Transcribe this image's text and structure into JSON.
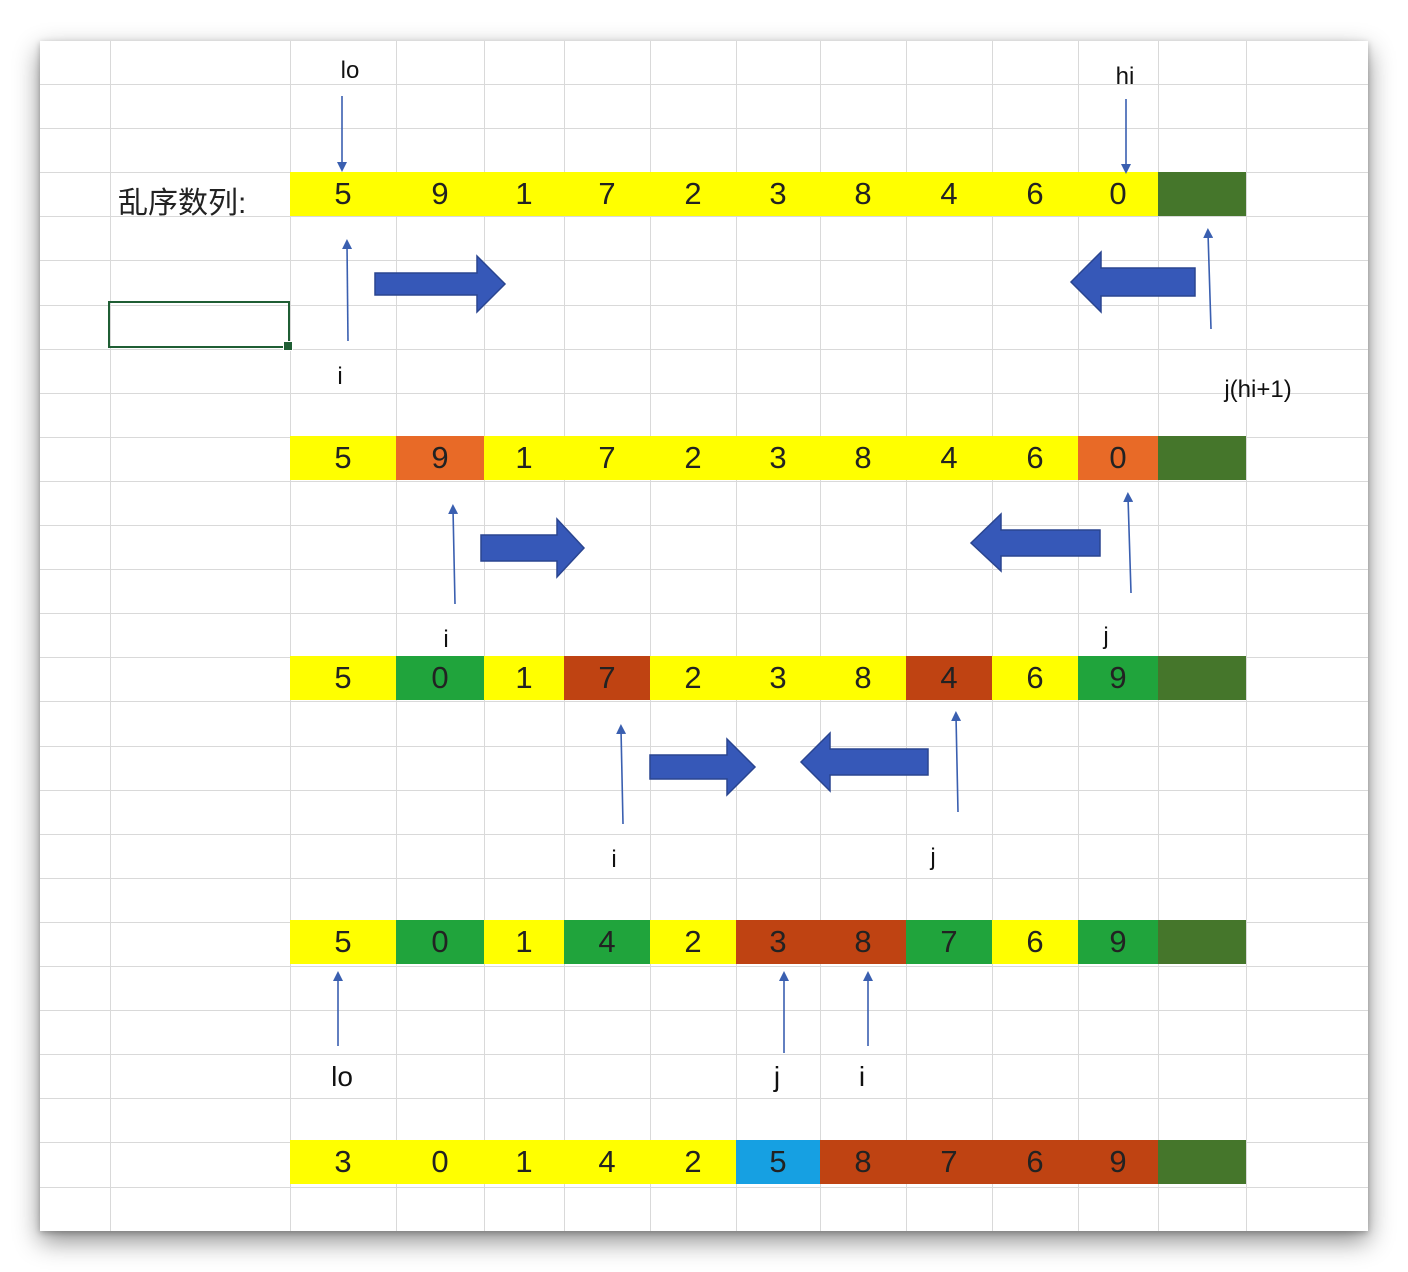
{
  "title": "乱序数列:",
  "colors": {
    "yellow": "#ffff00",
    "orange": "#e86a27",
    "rust": "#bf4312",
    "green": "#20a43c",
    "blue": "#16a0e2",
    "dark_green": "#45762b",
    "arrow_fill": "#3658b8",
    "pointer": "#3a5fb0"
  },
  "rows": [
    {
      "name": "row-1",
      "values": [
        "5",
        "9",
        "1",
        "7",
        "2",
        "3",
        "8",
        "4",
        "6",
        "0"
      ],
      "fills": [
        "yellow",
        "yellow",
        "yellow",
        "yellow",
        "yellow",
        "yellow",
        "yellow",
        "yellow",
        "yellow",
        "yellow"
      ]
    },
    {
      "name": "row-2",
      "values": [
        "5",
        "9",
        "1",
        "7",
        "2",
        "3",
        "8",
        "4",
        "6",
        "0"
      ],
      "fills": [
        "yellow",
        "orange",
        "yellow",
        "yellow",
        "yellow",
        "yellow",
        "yellow",
        "yellow",
        "yellow",
        "orange"
      ]
    },
    {
      "name": "row-3",
      "values": [
        "5",
        "0",
        "1",
        "7",
        "2",
        "3",
        "8",
        "4",
        "6",
        "9"
      ],
      "fills": [
        "yellow",
        "green",
        "yellow",
        "rust",
        "yellow",
        "yellow",
        "yellow",
        "rust",
        "yellow",
        "green"
      ]
    },
    {
      "name": "row-4",
      "values": [
        "5",
        "0",
        "1",
        "4",
        "2",
        "3",
        "8",
        "7",
        "6",
        "9"
      ],
      "fills": [
        "yellow",
        "green",
        "yellow",
        "green",
        "yellow",
        "rust",
        "rust",
        "green",
        "yellow",
        "green"
      ]
    },
    {
      "name": "row-5",
      "values": [
        "3",
        "0",
        "1",
        "4",
        "2",
        "5",
        "8",
        "7",
        "6",
        "9"
      ],
      "fills": [
        "yellow",
        "yellow",
        "yellow",
        "yellow",
        "yellow",
        "blue",
        "rust",
        "rust",
        "rust",
        "rust"
      ]
    }
  ],
  "labels": {
    "lo_top": "lo",
    "hi_top": "hi",
    "i_1": "i",
    "j_1": "j(hi+1)",
    "i_2": "i",
    "j_2": "j",
    "i_3": "i",
    "j_3": "j",
    "lo_bottom": "lo",
    "j_4": "j",
    "i_4": "i"
  }
}
